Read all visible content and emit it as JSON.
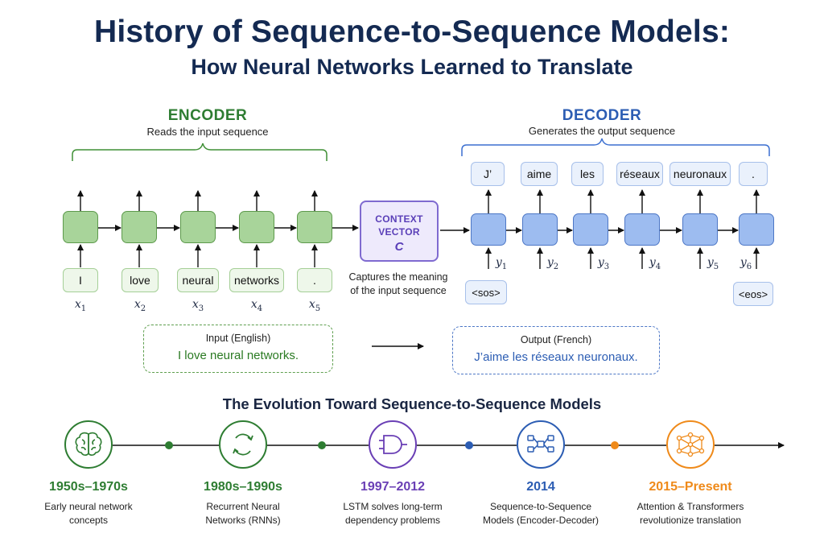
{
  "title": "History of Sequence-to-Sequence Models:",
  "subtitle": "How Neural Networks Learned to Translate",
  "encoder": {
    "heading": "ENCODER",
    "caption": "Reads the input sequence",
    "tokens": [
      "I",
      "love",
      "neural",
      "networks",
      "."
    ],
    "x_labels": [
      "x",
      "x",
      "x",
      "x",
      "x"
    ],
    "x_subs": [
      "1",
      "2",
      "3",
      "4",
      "5"
    ]
  },
  "context": {
    "line1": "CONTEXT",
    "line2": "VECTOR",
    "symbol": "C",
    "caption_line1": "Captures the meaning",
    "caption_line2": "of the input sequence"
  },
  "decoder": {
    "heading": "DECODER",
    "caption": "Generates the output sequence",
    "outputs": [
      "J’",
      "aime",
      "les",
      "réseaux",
      "neuronaux",
      "."
    ],
    "y_labels": [
      "y",
      "y",
      "y",
      "y",
      "y",
      "y"
    ],
    "y_subs": [
      "1",
      "2",
      "3",
      "4",
      "5",
      "6"
    ],
    "sos": "<sos>",
    "eos": "<eos>"
  },
  "input_sentence": {
    "label": "Input (English)",
    "text": "I love neural networks."
  },
  "output_sentence": {
    "label": "Output (French)",
    "text": "J’aime les réseaux neuronaux."
  },
  "evolution": {
    "title": "The Evolution Toward Sequence-to-Sequence Models",
    "milestones": [
      {
        "date": "1950s–1970s",
        "desc1": "Early neural network",
        "desc2": "concepts",
        "color": "#2e7d32",
        "icon": "brain-icon"
      },
      {
        "date": "1980s–1990s",
        "desc1": "Recurrent Neural",
        "desc2": "Networks (RNNs)",
        "color": "#2e7d32",
        "icon": "recurrent-cycle-icon"
      },
      {
        "date": "1997–2012",
        "desc1": "LSTM solves long-term",
        "desc2": "dependency problems",
        "color": "#6a3fb5",
        "icon": "logic-gate-icon"
      },
      {
        "date": "2014",
        "desc1": "Sequence-to-Sequence",
        "desc2": "Models (Encoder-Decoder)",
        "color": "#2c5db3",
        "icon": "encoder-decoder-icon"
      },
      {
        "date": "2015–Present",
        "desc1": "Attention & Transformers",
        "desc2": "revolutionize translation",
        "color": "#ef8a1a",
        "icon": "neural-network-icon"
      }
    ]
  },
  "colors": {
    "encoder": "#2e7d32",
    "decoder": "#2c5db3",
    "context": "#5a3fb8",
    "title": "#142a52"
  }
}
